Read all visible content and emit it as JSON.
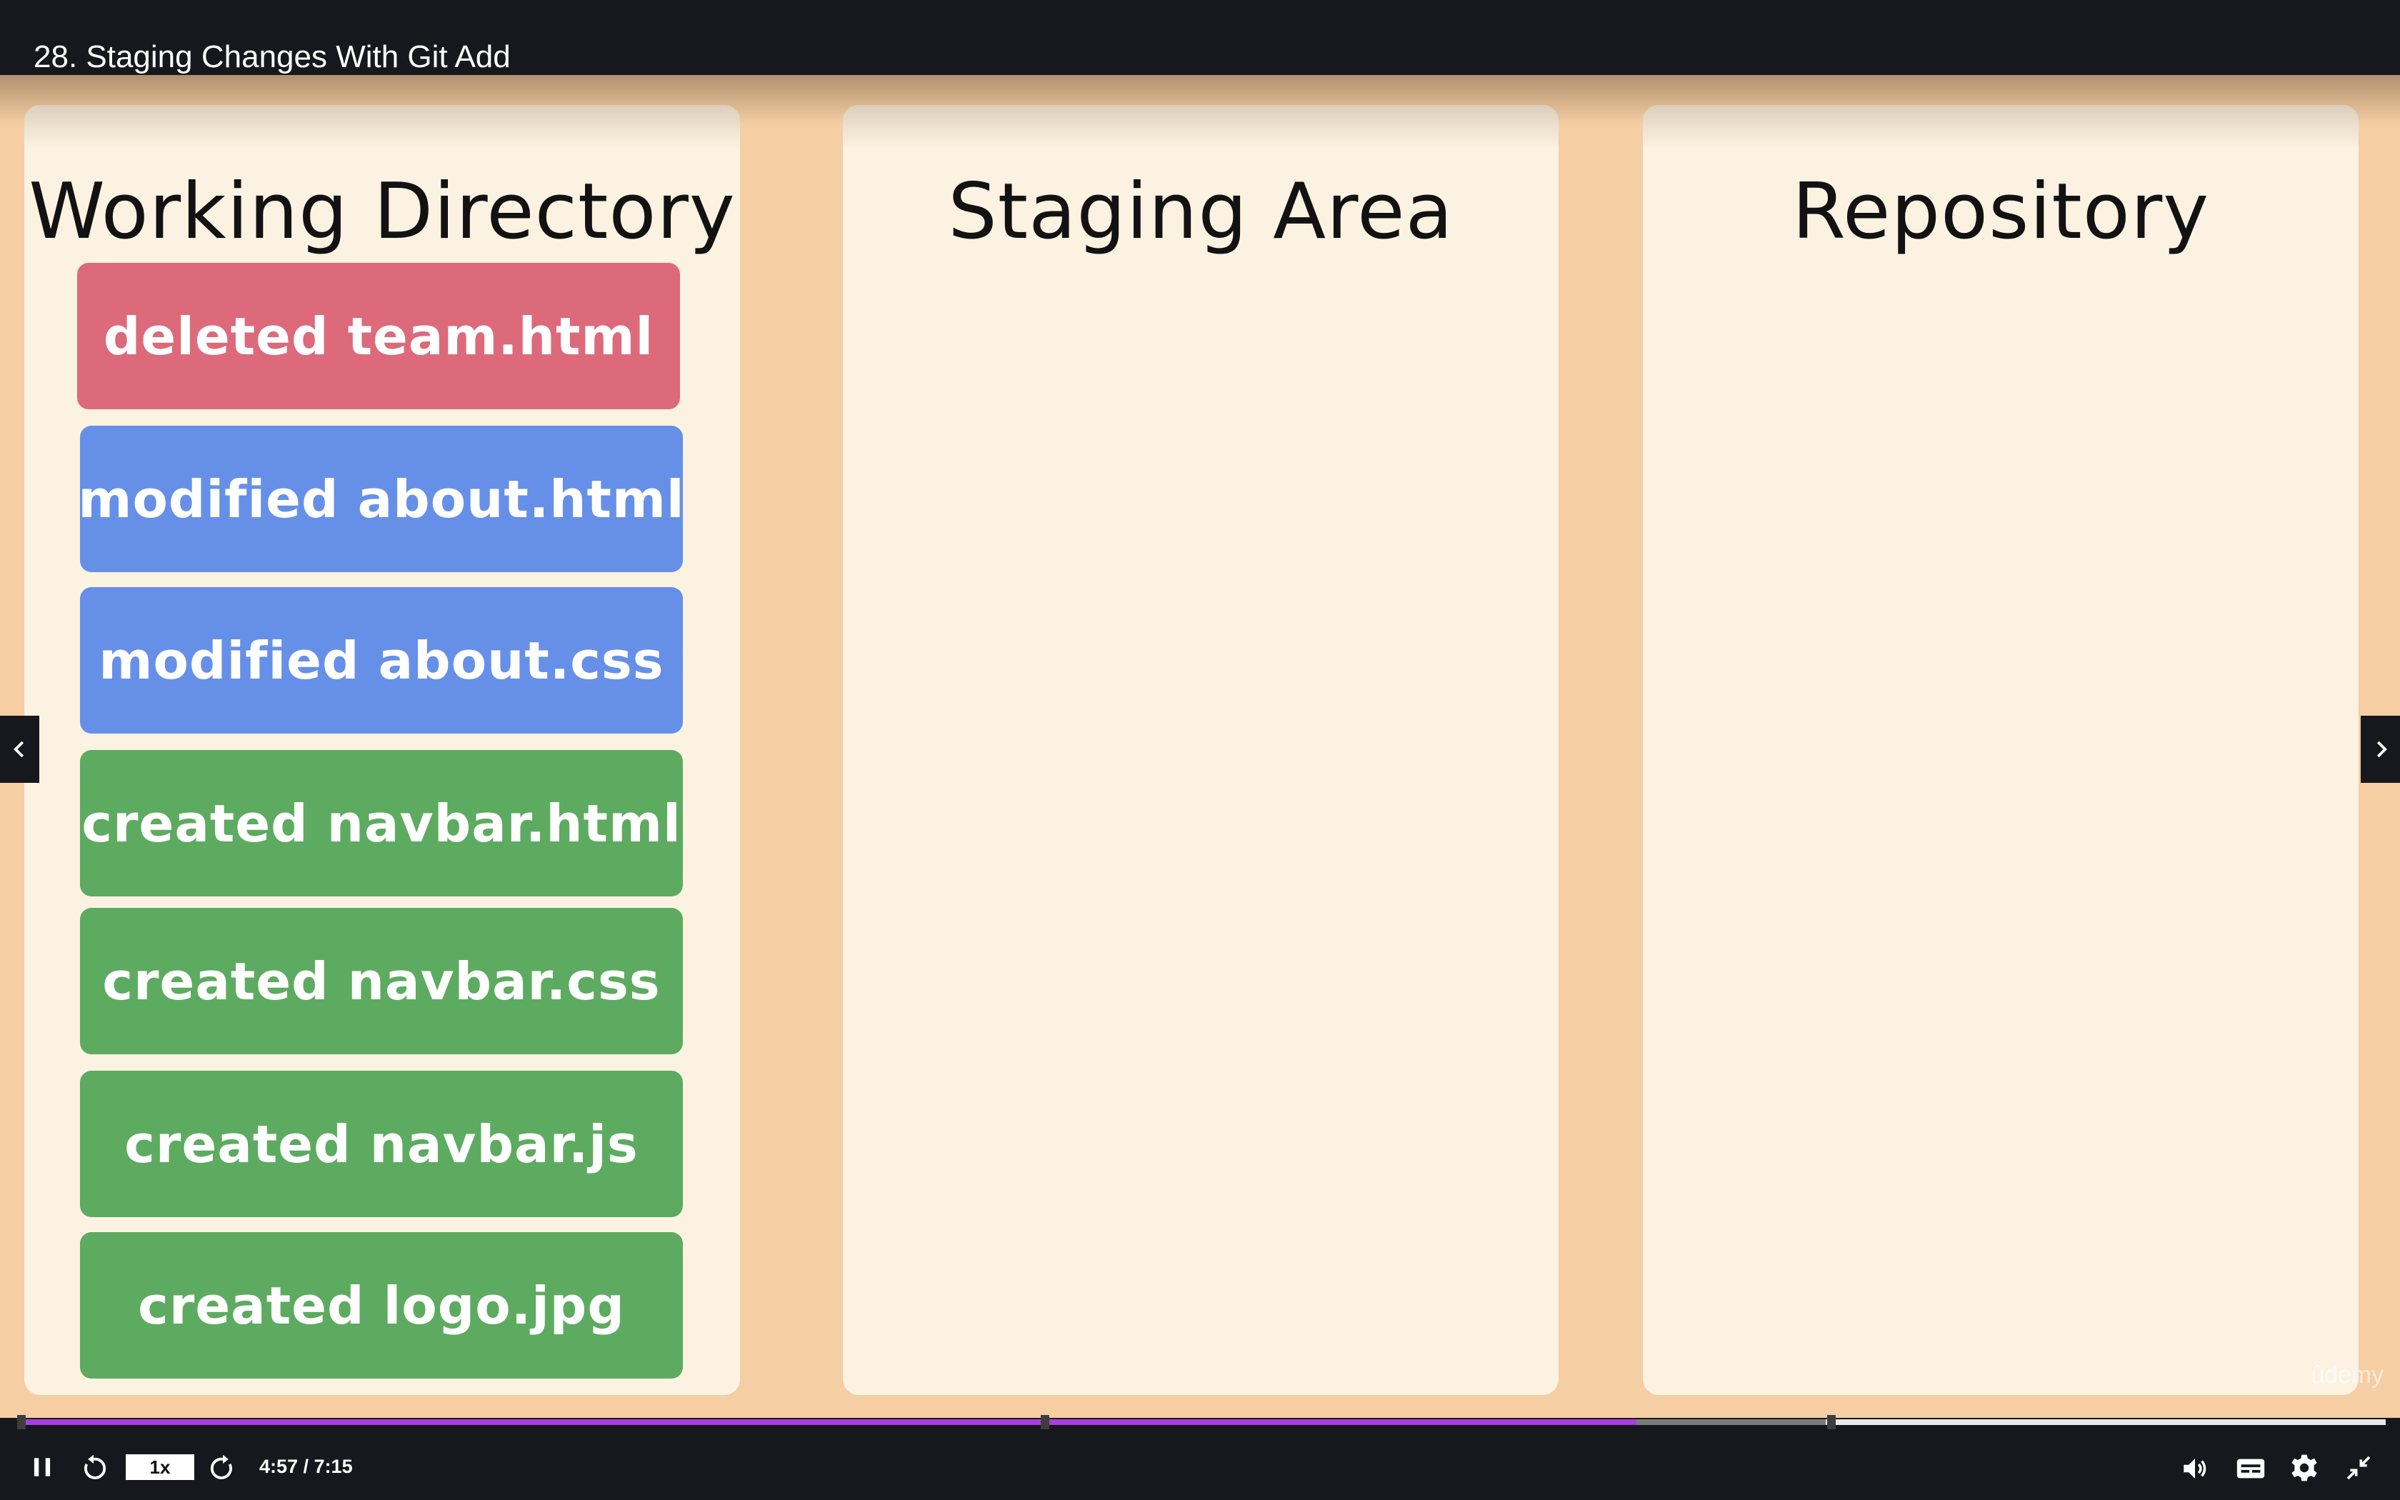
{
  "lecture": {
    "title": "28. Staging Changes With Git Add"
  },
  "slide": {
    "columns": [
      {
        "title": "Working Directory"
      },
      {
        "title": "Staging Area"
      },
      {
        "title": "Repository"
      }
    ],
    "working_changes": [
      {
        "label": "deleted team.html",
        "status": "deleted"
      },
      {
        "label": "modified about.html",
        "status": "modified"
      },
      {
        "label": "modified about.css",
        "status": "modified"
      },
      {
        "label": "created navbar.html",
        "status": "created"
      },
      {
        "label": "created navbar.css",
        "status": "created"
      },
      {
        "label": "created navbar.js",
        "status": "created"
      },
      {
        "label": "created logo.jpg",
        "status": "created"
      }
    ],
    "watermark": "ûdemy"
  },
  "player": {
    "speed": "1x",
    "time": "4:57 / 7:15",
    "progress_played_percent": 68.3,
    "progress_buffered_percent": 76.3,
    "icons": {
      "play_pause": "pause-icon",
      "rewind": "rewind-5s-icon",
      "forward": "forward-5s-icon",
      "volume": "volume-icon",
      "captions": "captions-icon",
      "settings": "gear-icon",
      "fullscreen": "exit-fullscreen-icon",
      "prev": "chevron-left-icon",
      "next": "chevron-right-icon"
    }
  },
  "colors": {
    "deleted": "#dc6a7a",
    "modified": "#6690e8",
    "created": "#5dab60",
    "progress": "#a83ee0",
    "slide_background": "#f5cea3",
    "column_background": "#fcf2e2"
  }
}
